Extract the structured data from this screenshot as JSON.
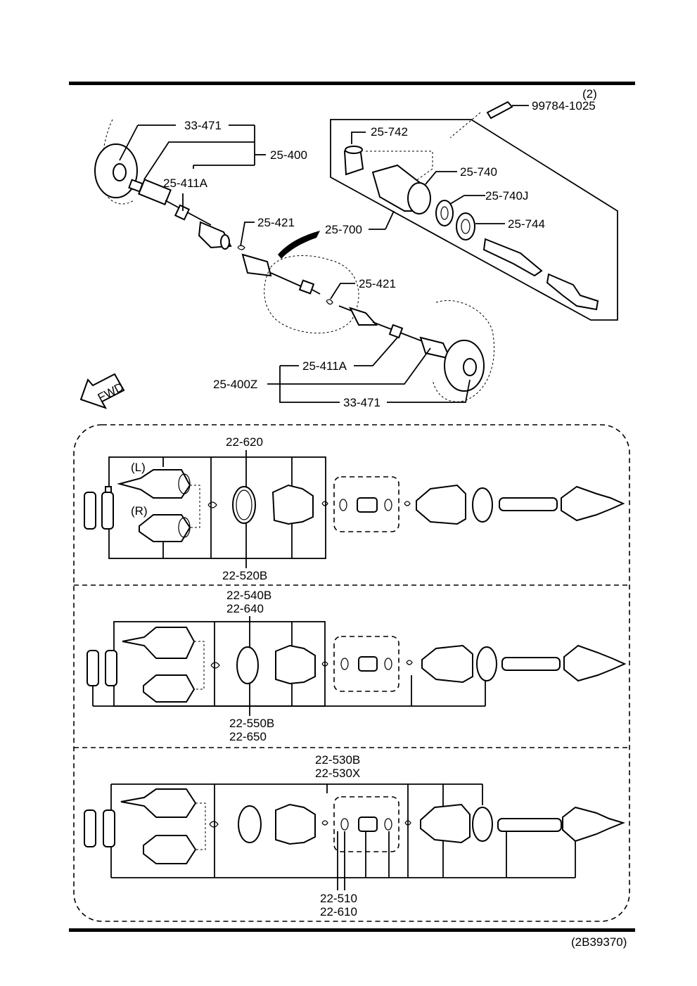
{
  "figure_code": "(2B39370)",
  "top_labels": {
    "l33471_top": "33-471",
    "l25400": "25-400",
    "l25411A_top": "25-411A",
    "l25421_a": "25-421",
    "l25421_b": "25-421",
    "l25700": "25-700",
    "l25742": "25-742",
    "l25740": "25-740",
    "l25740J": "25-740J",
    "l25744": "25-744",
    "l99784": "99784-1025",
    "l99784_qty": "(2)",
    "l25411A_bot": "25-411A",
    "l25400Z": "25-400Z",
    "l33471_bot": "33-471",
    "fwd": "FWD"
  },
  "panel1": {
    "top_label": "22-620",
    "bottom_label": "22-520B",
    "left_marker": "(L)",
    "right_marker": "(R)"
  },
  "panel2": {
    "top_label_1": "22-540B",
    "top_label_2": "22-640",
    "bottom_label_1": "22-550B",
    "bottom_label_2": "22-650"
  },
  "panel3": {
    "top_label_1": "22-530B",
    "top_label_2": "22-530X",
    "bottom_label_1": "22-510",
    "bottom_label_2": "22-610"
  }
}
